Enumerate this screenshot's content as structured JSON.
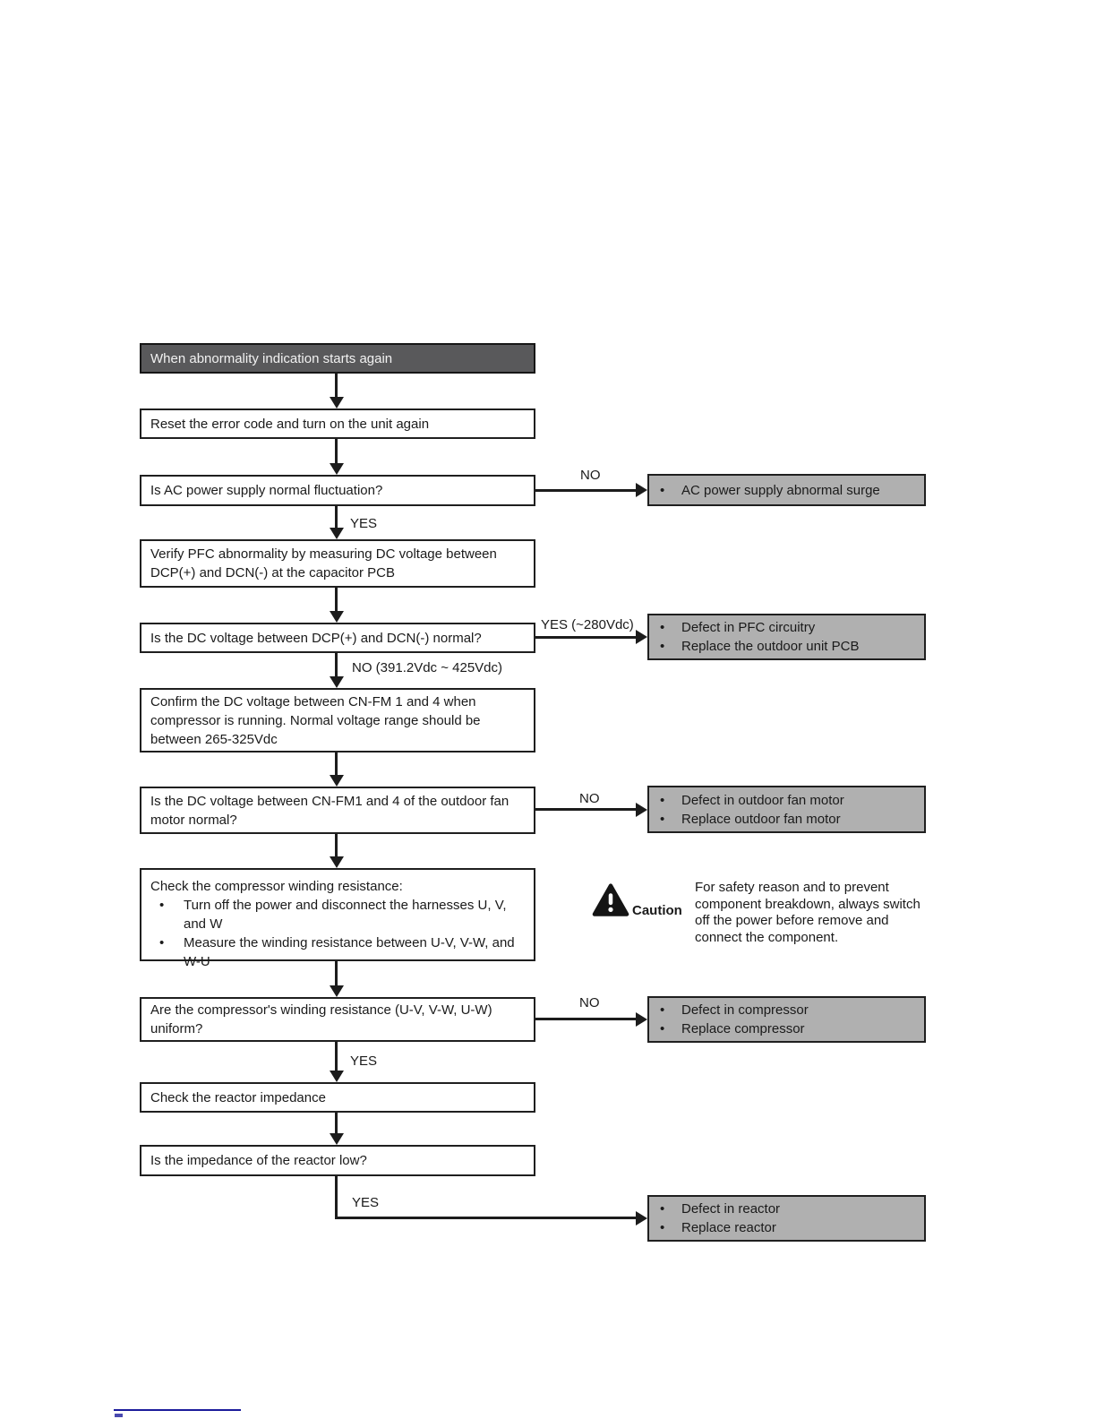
{
  "colors": {
    "box-border": "#1f1f1f",
    "header-fill": "#59595b",
    "header-text": "#f2f2f2",
    "result-fill": "#b0b0b0",
    "line": "#1c1c1c",
    "footer-line": "#1b1b9b"
  },
  "flowchart": {
    "start": "When abnormality indication starts again",
    "steps": {
      "reset": "Reset the error code and turn on the unit again",
      "q_ac_power": "Is AC power supply normal fluctuation?",
      "verify_pfc": "Verify PFC abnormality by measuring DC voltage between DCP(+) and DCN(-) at the capacitor PCB",
      "q_dc_voltage": "Is the DC voltage between DCP(+) and DCN(-) normal?",
      "confirm_dc": "Confirm the DC voltage between CN-FM 1 and 4 when compressor is running. Normal voltage range should be between 265-325Vdc",
      "q_fan_voltage": "Is the DC voltage between CN-FM1 and 4 of the outdoor fan motor normal?",
      "check_compressor_title": "Check the compressor winding resistance:",
      "check_compressor_bullets": [
        "Turn off the power and disconnect the harnesses U, V, and W",
        "Measure the winding resistance between U-V, V-W, and W-U"
      ],
      "q_winding": "Are the compressor's winding resistance (U-V, V-W, U-W) uniform?",
      "check_reactor": "Check the reactor impedance",
      "q_impedance": "Is the impedance of the reactor low?"
    },
    "branch_labels": {
      "ac_no": "NO",
      "ac_yes": "YES",
      "dc_yes": "YES (~280Vdc)",
      "dc_no": "NO (391.2Vdc ~ 425Vdc)",
      "fan_no": "NO",
      "winding_no": "NO",
      "winding_yes": "YES",
      "impedance_yes": "YES"
    },
    "results": {
      "surge": [
        "AC power supply abnormal surge"
      ],
      "pfc": [
        "Defect in PFC circuitry",
        "Replace the outdoor unit PCB"
      ],
      "fan": [
        "Defect in outdoor fan motor",
        "Replace outdoor fan motor"
      ],
      "compressor": [
        "Defect in compressor",
        "Replace compressor"
      ],
      "reactor": [
        "Defect in reactor",
        "Replace reactor"
      ]
    }
  },
  "caution": {
    "label": "Caution",
    "text": "For safety reason and to prevent component breakdown, always switch off the power before remove and connect the component."
  }
}
